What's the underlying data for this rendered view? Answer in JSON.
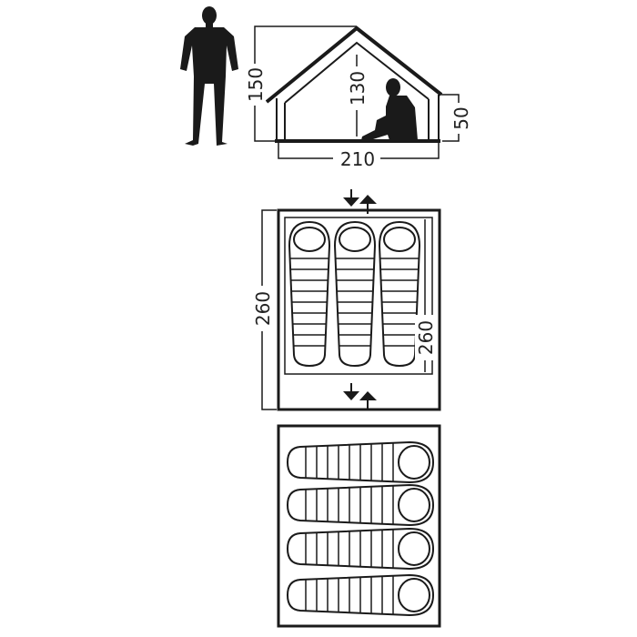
{
  "diagram": {
    "side_view": {
      "height_outer": "150",
      "height_inner": "130",
      "wall_height": "50",
      "width": "210"
    },
    "plan_view": {
      "length_outer": "260",
      "length_inner": "260"
    }
  },
  "colors": {
    "ink": "#1a1a1a",
    "background": "#ffffff"
  }
}
